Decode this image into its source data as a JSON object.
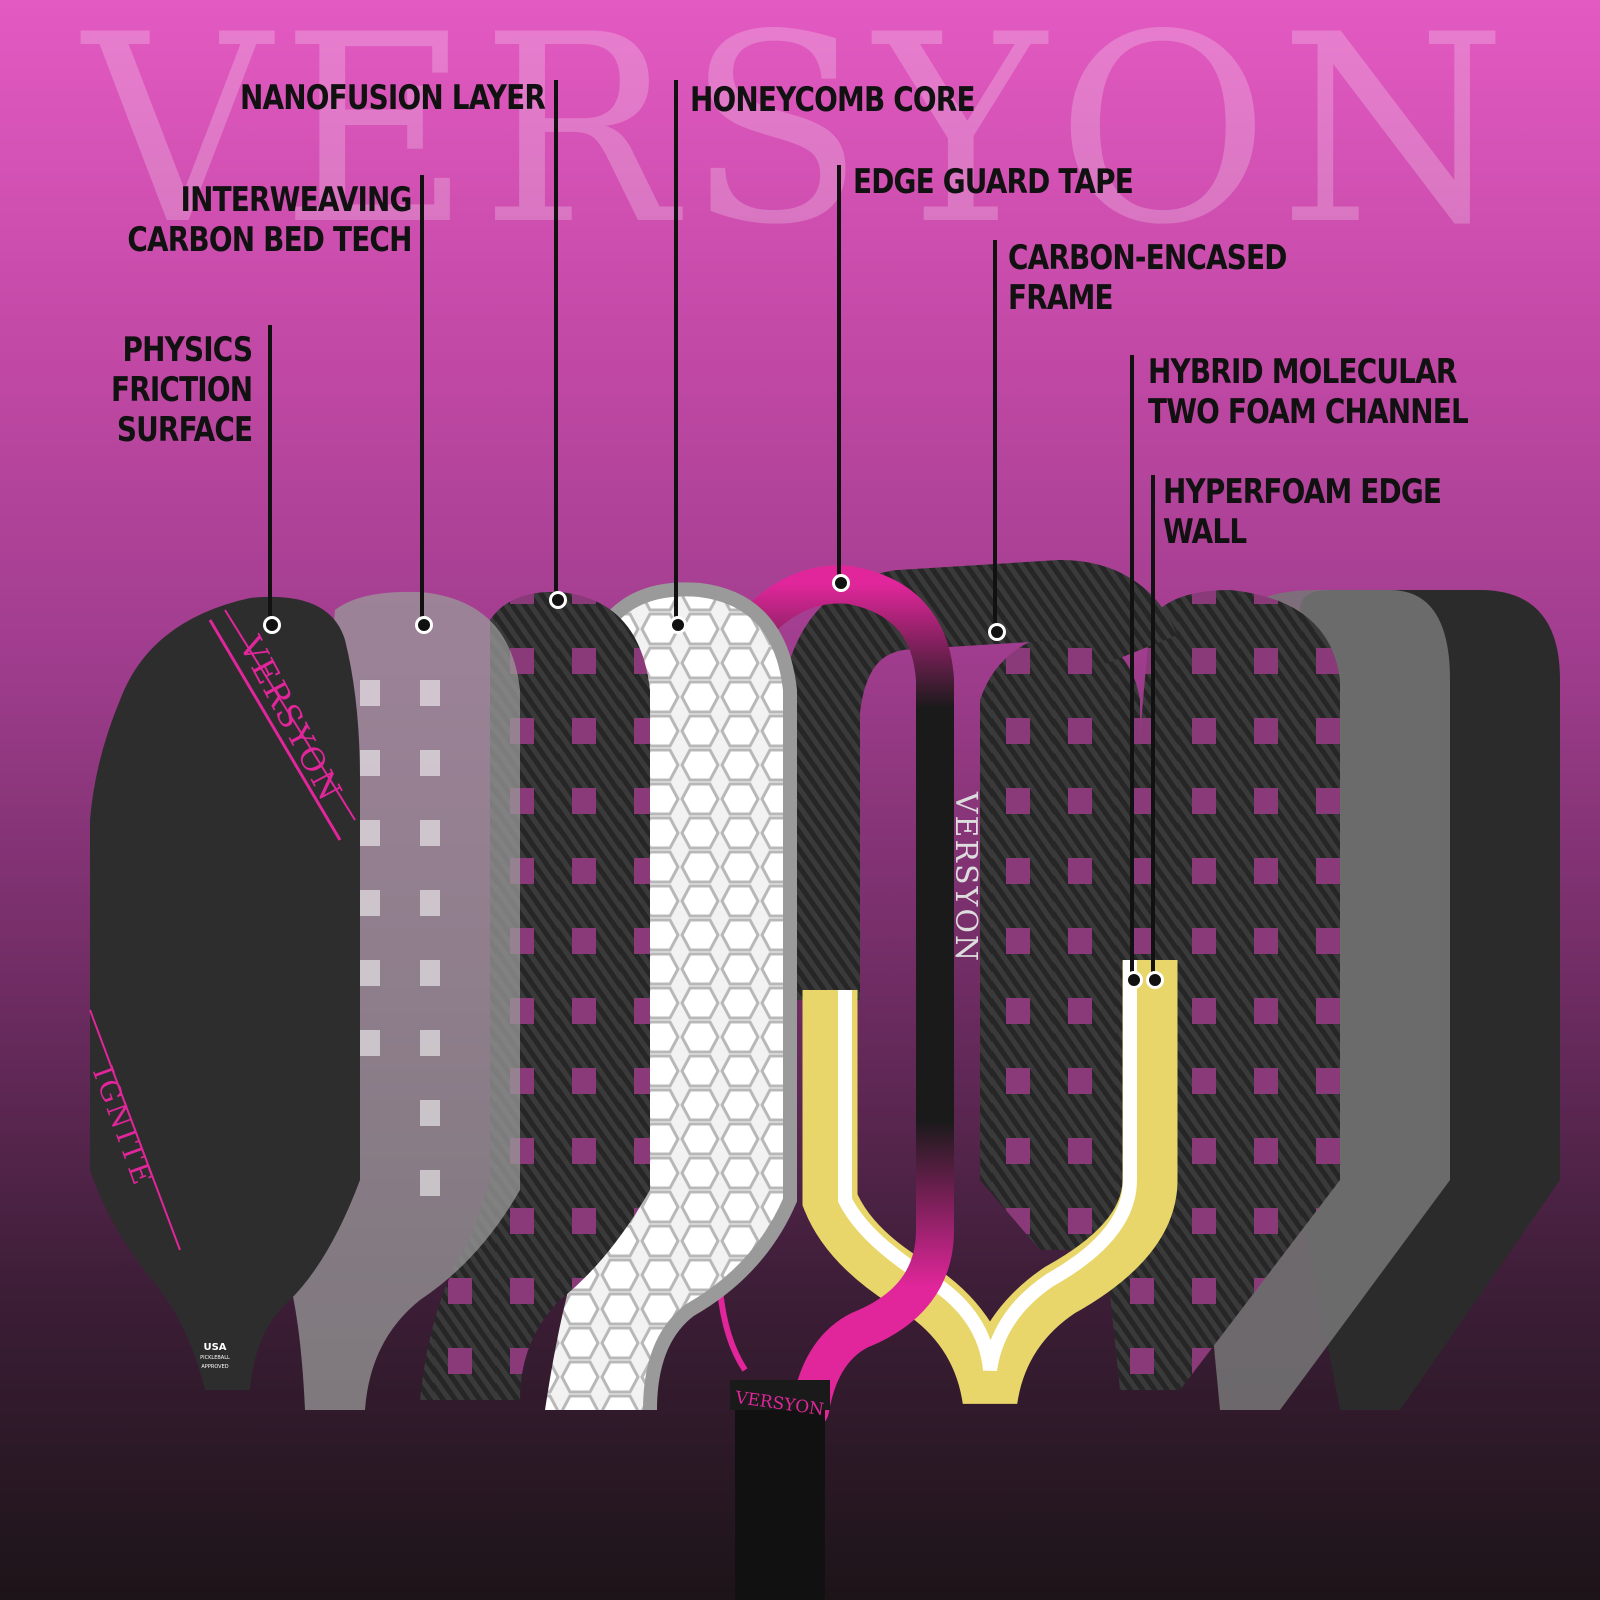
{
  "watermark": "VERSYON",
  "labels": {
    "physics_friction": "PHYSICS\nFRICTION\nSURFACE",
    "interweaving_carbon": "INTERWEAVING\nCARBON BED TECH",
    "nanofusion": "NANOFUSION LAYER",
    "honeycomb": "HONEYCOMB CORE",
    "edge_guard": "EDGE GUARD TAPE",
    "carbon_frame": "CARBON-ENCASED\nFRAME",
    "hybrid_foam": "HYBRID MOLECULAR\nTWO FOAM CHANNEL",
    "hyperfoam": "HYPERFOAM EDGE\nWALL"
  },
  "paddle_text": {
    "brand": "VERSYON",
    "model": "IGNITE",
    "usa_line1": "USA",
    "usa_line2": "PICKLEBALL",
    "usa_line3": "APPROVED"
  },
  "colors": {
    "accent_pink": "#e0269a",
    "foam_yellow": "#e8d66a",
    "carbon_dark": "#1f1f1f"
  }
}
